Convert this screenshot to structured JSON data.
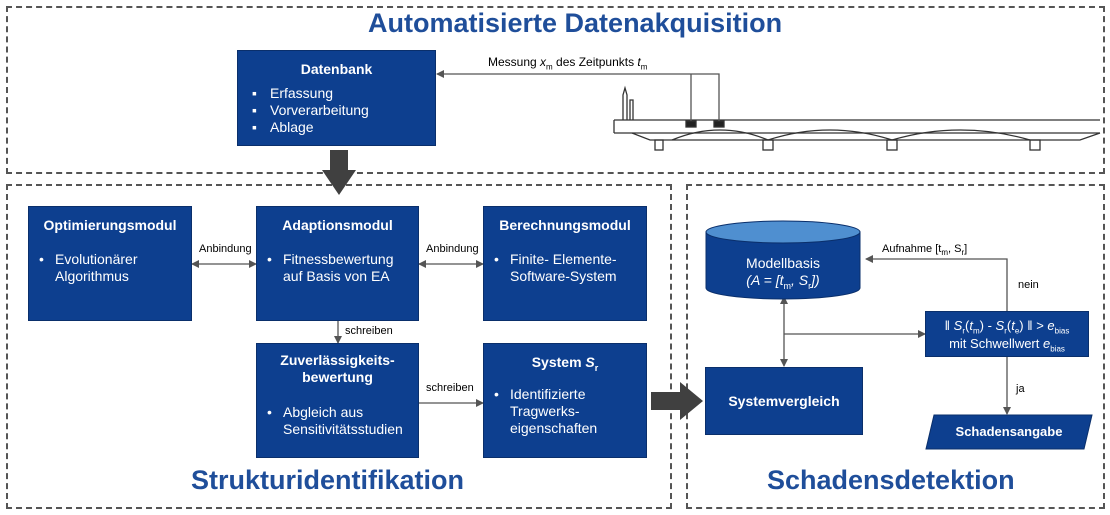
{
  "regions": {
    "acquisition_title": "Automatisierte Datenakquisition",
    "identification_title": "Strukturidentifikation",
    "detection_title": "Schadensdetektion"
  },
  "datenbank": {
    "title": "Datenbank",
    "items": [
      "Erfassung",
      "Vorverarbeitung",
      "Ablage"
    ]
  },
  "measurement": {
    "prefix": "Messung ",
    "x": "x",
    "x_sub": "m",
    "middle": " des Zeitpunkts ",
    "t": "t",
    "t_sub": "m"
  },
  "optimierung": {
    "title": "Optimierungsmodul",
    "bullet": "Evolutionärer Algorithmus"
  },
  "adaption": {
    "title": "Adaptionsmodul",
    "bullet": "Fitnessbewertung auf Basis von EA"
  },
  "berechnung": {
    "title": "Berechnungsmodul",
    "bullet": "Finite- Elemente-Software-System"
  },
  "zuverlaessigkeit": {
    "title1": "Zuverlässigkeits-",
    "title2": "bewertung",
    "bullet": "Abgleich aus Sensitivitätsstudien"
  },
  "system": {
    "title": "System ",
    "title_sym": "S",
    "title_sub": "r",
    "bullet": "Identifizierte Tragwerks-eigenschaften"
  },
  "labels": {
    "anbindung_left": "Anbindung",
    "anbindung_right": "Anbindung",
    "schreiben_down": "schreiben",
    "schreiben_right": "schreiben",
    "aufnahme": "Aufnahme [t",
    "aufnahme_sub": "m",
    "aufnahme_mid": ", S",
    "aufnahme_sub2": "r",
    "aufnahme_end": "]",
    "nein": "nein",
    "ja": "ja"
  },
  "modellbasis": {
    "title": "Modellbasis",
    "formula": "(A = [t",
    "f_sub1": "m",
    "f_mid": ", S",
    "f_sub2": "r",
    "f_end": "])"
  },
  "systemvergleich": {
    "title": "Systemvergleich"
  },
  "threshold": {
    "line1": "‖ Sr(tm) - Sr(te) ‖ > ebias",
    "line2": "mit Schwellwert ebias"
  },
  "schadensangabe": {
    "title": "Schadensangabe"
  },
  "colors": {
    "box_fill": "#0d3f8f",
    "title_blue": "#1f4e9a",
    "cylinder_top": "#4f8fd0",
    "arrow_grey": "#404040"
  }
}
